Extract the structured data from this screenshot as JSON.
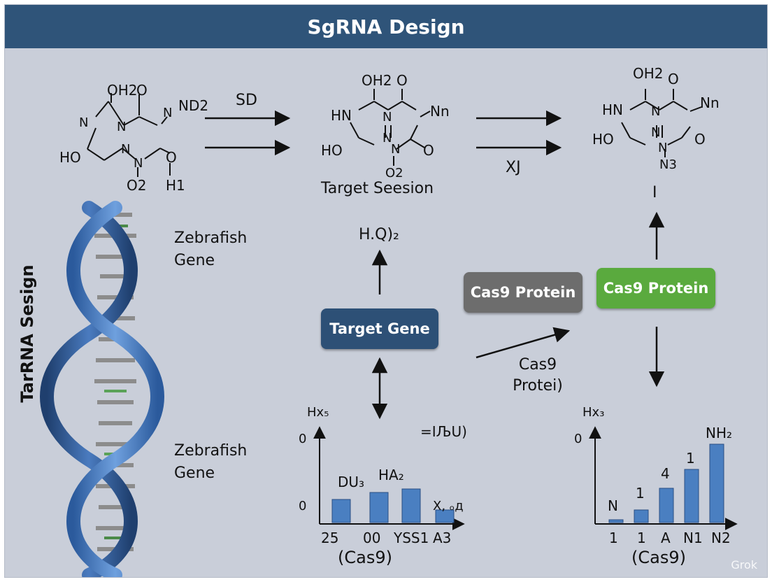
{
  "title": "SgRNA Design",
  "side_label": "TarRNA Sesign",
  "molecules": {
    "left": {
      "atoms": [
        "OH2",
        "O",
        "N",
        "ND2",
        "N",
        "N",
        "N",
        "O",
        "HO",
        "N",
        "O",
        "O2",
        "H1"
      ]
    },
    "middle": {
      "atoms": [
        "OH2",
        "O",
        "HN",
        "N",
        "N",
        "Nn",
        "N",
        "N",
        "HO",
        "N",
        "O",
        "O2"
      ],
      "caption": "Target Seesion"
    },
    "right": {
      "atoms": [
        "OH2",
        "O",
        "HN",
        "N",
        "Nn",
        "N",
        "N",
        "HO",
        "O",
        "N3"
      ]
    }
  },
  "arrow_labels": {
    "sd": "SD",
    "xj": "XЈ",
    "hq": "H.Q)₂",
    "i": "I"
  },
  "dna_labels": [
    "Zebrafish Gene",
    "Zebrafish Gene"
  ],
  "nodes": {
    "target_gene": "Target Gene",
    "cas9_gray": "Cas9 Protein",
    "cas9_green": "Cas9 Protein",
    "cas9_text": "Cas9 Protei)"
  },
  "colors": {
    "title_bar": "#2f5479",
    "background": "#c9ced9",
    "target_gene": "#2d5076",
    "cas9_gray": "#6d6d6d",
    "cas9_green": "#5aaa3e",
    "bar": "#4a7fc1",
    "dna_blue": "#3c6fb5"
  },
  "chart_data": [
    {
      "type": "bar",
      "categories": [
        "25",
        "00",
        "YSS1",
        "A3"
      ],
      "values": [
        0.33,
        0.43,
        0.48,
        0.18
      ],
      "ylim": [
        0,
        1.6
      ],
      "y_ticks": [
        "0",
        "0"
      ],
      "corner_label": "Hх₅",
      "top_label": "=IЉU)",
      "bar_labels": [
        "",
        "DU₃",
        "HA₂",
        "X, ₒд"
      ],
      "xlabel": "(Cas9)"
    },
    {
      "type": "bar",
      "categories": [
        "1",
        "1",
        "A",
        "N1",
        "N2"
      ],
      "values": [
        0.04,
        0.18,
        0.49,
        0.76,
        1.12
      ],
      "ylim": [
        0,
        1.6
      ],
      "y_ticks": [
        "0"
      ],
      "corner_label": "Hх₃",
      "bar_labels": [
        "N",
        "1",
        "4",
        "1",
        "NH₂"
      ],
      "xlabel": "(Cas9)"
    }
  ],
  "watermark": "Grok"
}
